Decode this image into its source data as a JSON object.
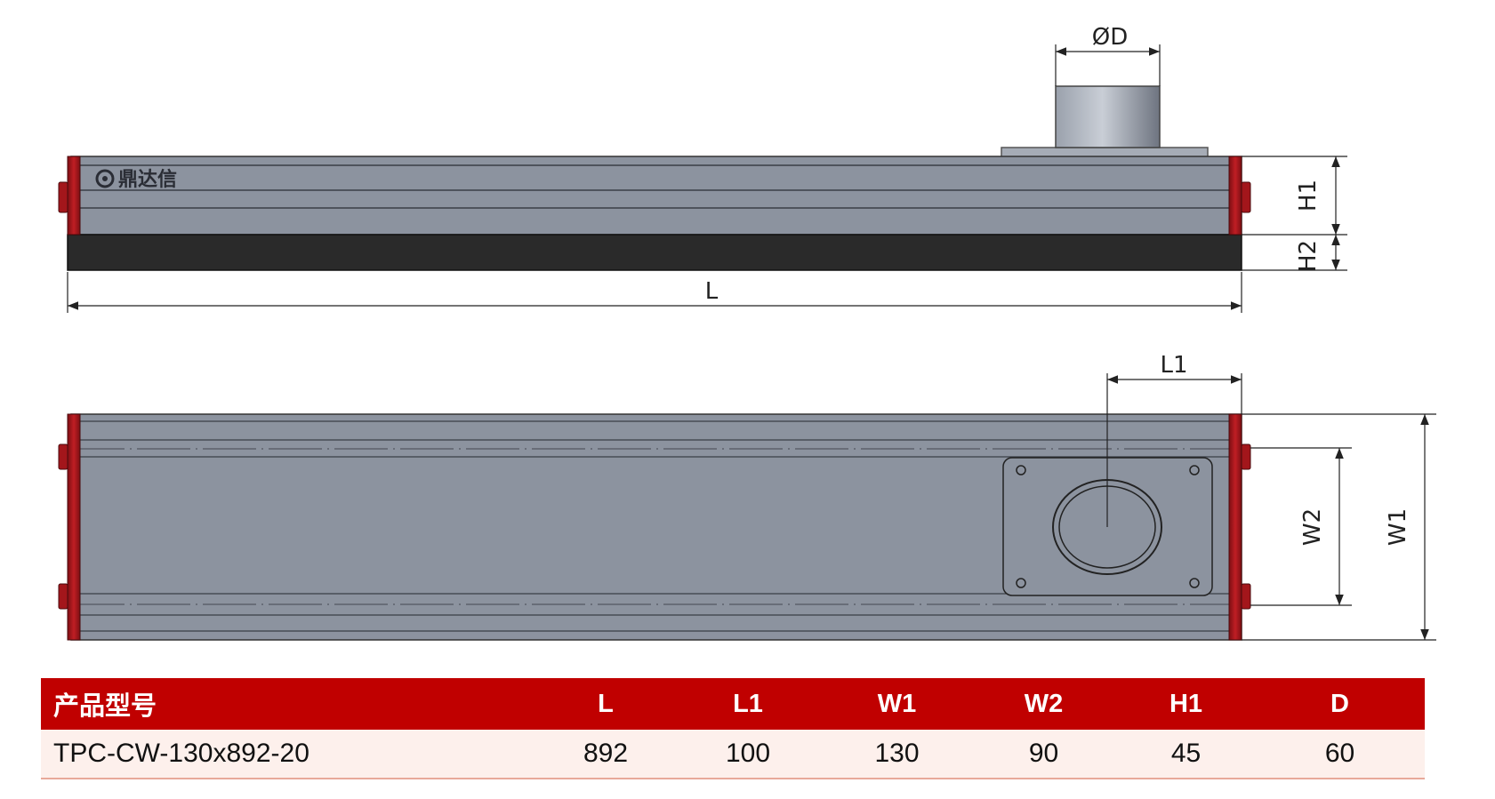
{
  "drawing": {
    "brand_text": "鼎达信",
    "dimension_labels": {
      "diameter": "ØD",
      "length": "L",
      "l1": "L1",
      "h1": "H1",
      "h2": "H2",
      "w1": "W1",
      "w2": "W2"
    },
    "colors": {
      "body": "#8c939f",
      "end_cap": "#b3161c",
      "base_strip": "#2a2a2a",
      "header_red": "#c00000",
      "row_tint": "#fdf0ec"
    }
  },
  "table": {
    "headers": [
      "产品型号",
      "L",
      "L1",
      "W1",
      "W2",
      "H1",
      "D"
    ],
    "rows": [
      [
        "TPC-CW-130x892-20",
        "892",
        "100",
        "130",
        "90",
        "45",
        "60"
      ]
    ]
  }
}
